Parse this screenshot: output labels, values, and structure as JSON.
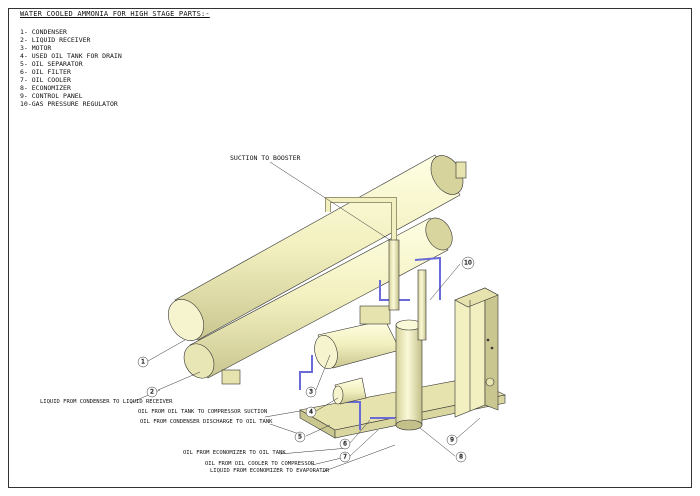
{
  "title": "WATER COOLED AMMONIA FOR HIGH STAGE PARTS:-",
  "legend": [
    "1- CONDENSER",
    "2- LIQUID RECEIVER",
    "3- MOTOR",
    "4- USED OIL TANK FOR DRAIN",
    "5- OIL SEPARATOR",
    "6- OIL FILTER",
    "7- OIL COOLER",
    "8- ECONOMIZER",
    "9- CONTROL PANEL",
    "10-GAS PRESSURE REGULATOR"
  ],
  "callouts": {
    "suction": "SUCTION TO BOOSTER",
    "liquid_condenser_receiver": "LIQUID FROM CONDENSER TO LIQUID RECEIVER",
    "oil_tank_suction": "OIL FROM OIL TANK TO COMPRESSOR SUCTION",
    "oil_condenser_discharge": "OIL FROM CONDENSER DISCHARGE TO OIL TANK",
    "oil_economizer": "OIL FROM ECONOMIZER TO OIL TANK",
    "oil_cooler_compressor": "OIL FROM OIL COOLER TO COMPRESSOR",
    "liquid_economizer_evaporator": "LIQUID FROM ECONOMIZER TO EVAPORATOR"
  },
  "markers": [
    "1",
    "2",
    "3",
    "4",
    "5",
    "6",
    "7",
    "8",
    "9",
    "10"
  ],
  "colors": {
    "equipment": "#f2f0c0",
    "outline": "#333333",
    "pipe": "#6a6ad8"
  }
}
